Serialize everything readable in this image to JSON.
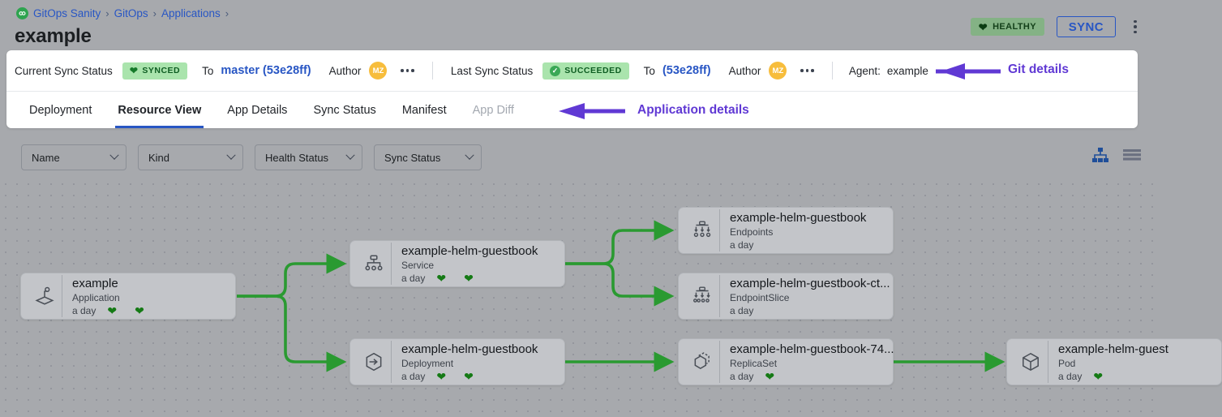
{
  "breadcrumb": {
    "logo_icon": "gitops-logo-icon",
    "items": [
      "GitOps Sanity",
      "GitOps",
      "Applications"
    ],
    "separator": "›"
  },
  "header": {
    "title": "example",
    "health_badge": {
      "label": "HEALTHY",
      "icon": "heart-icon",
      "color": "#84b285"
    },
    "sync_button": "SYNC",
    "kebab_icon": "more-vertical-icon"
  },
  "sync_bar": {
    "current_label": "Current Sync Status",
    "current_status": {
      "label": "SYNCED",
      "icon": "heart-icon",
      "color": "#aae4ad"
    },
    "current_to_label": "To",
    "current_revision": "master (53e28ff)",
    "current_author_label": "Author",
    "current_author_initials": "MZ",
    "current_more_icon": "more-horizontal-icon",
    "last_label": "Last Sync Status",
    "last_status": {
      "label": "SUCCEEDED",
      "icon": "check-circle-icon",
      "color": "#aae4ad"
    },
    "last_to_label": "To",
    "last_revision": "(53e28ff)",
    "last_author_label": "Author",
    "last_author_initials": "MZ",
    "last_more_icon": "more-horizontal-icon",
    "agent_label": "Agent:",
    "agent_value": "example"
  },
  "annotations": {
    "git_details": "Git details",
    "application_details": "Application details",
    "arrow_icon": "arrow-left-icon",
    "color": "#6039d4"
  },
  "tabs": [
    {
      "label": "Deployment",
      "active": false,
      "disabled": false
    },
    {
      "label": "Resource View",
      "active": true,
      "disabled": false
    },
    {
      "label": "App Details",
      "active": false,
      "disabled": false
    },
    {
      "label": "Sync Status",
      "active": false,
      "disabled": false
    },
    {
      "label": "Manifest",
      "active": false,
      "disabled": false
    },
    {
      "label": "App Diff",
      "active": false,
      "disabled": true
    }
  ],
  "toolbar": {
    "filters": [
      {
        "label": "Name",
        "chevron_icon": "chevron-down-icon"
      },
      {
        "label": "Kind",
        "chevron_icon": "chevron-down-icon"
      },
      {
        "label": "Health Status",
        "chevron_icon": "chevron-down-icon"
      },
      {
        "label": "Sync Status",
        "chevron_icon": "chevron-down-icon"
      }
    ],
    "view_tree_icon": "tree-view-icon",
    "view_list_icon": "list-view-icon",
    "active_view": "tree"
  },
  "graph": {
    "nodes": [
      {
        "name": "example",
        "kind": "Application",
        "age": "a day",
        "icon": "application-icon",
        "hearts": 2
      },
      {
        "name": "example-helm-guestbook",
        "kind": "Service",
        "age": "a day",
        "icon": "service-icon",
        "hearts": 2
      },
      {
        "name": "example-helm-guestbook",
        "kind": "Deployment",
        "age": "a day",
        "icon": "deployment-icon",
        "hearts": 2
      },
      {
        "name": "example-helm-guestbook",
        "kind": "Endpoints",
        "age": "a day",
        "icon": "endpoints-icon",
        "hearts": 0
      },
      {
        "name": "example-helm-guestbook-ct...",
        "kind": "EndpointSlice",
        "age": "a day",
        "icon": "endpointslice-icon",
        "hearts": 0
      },
      {
        "name": "example-helm-guestbook-74...",
        "kind": "ReplicaSet",
        "age": "a day",
        "icon": "replicaset-icon",
        "hearts": 1
      },
      {
        "name": "example-helm-guest",
        "kind": "Pod",
        "age": "a day",
        "icon": "pod-icon",
        "hearts": 1
      }
    ],
    "edge_color": "#2a9a31"
  }
}
